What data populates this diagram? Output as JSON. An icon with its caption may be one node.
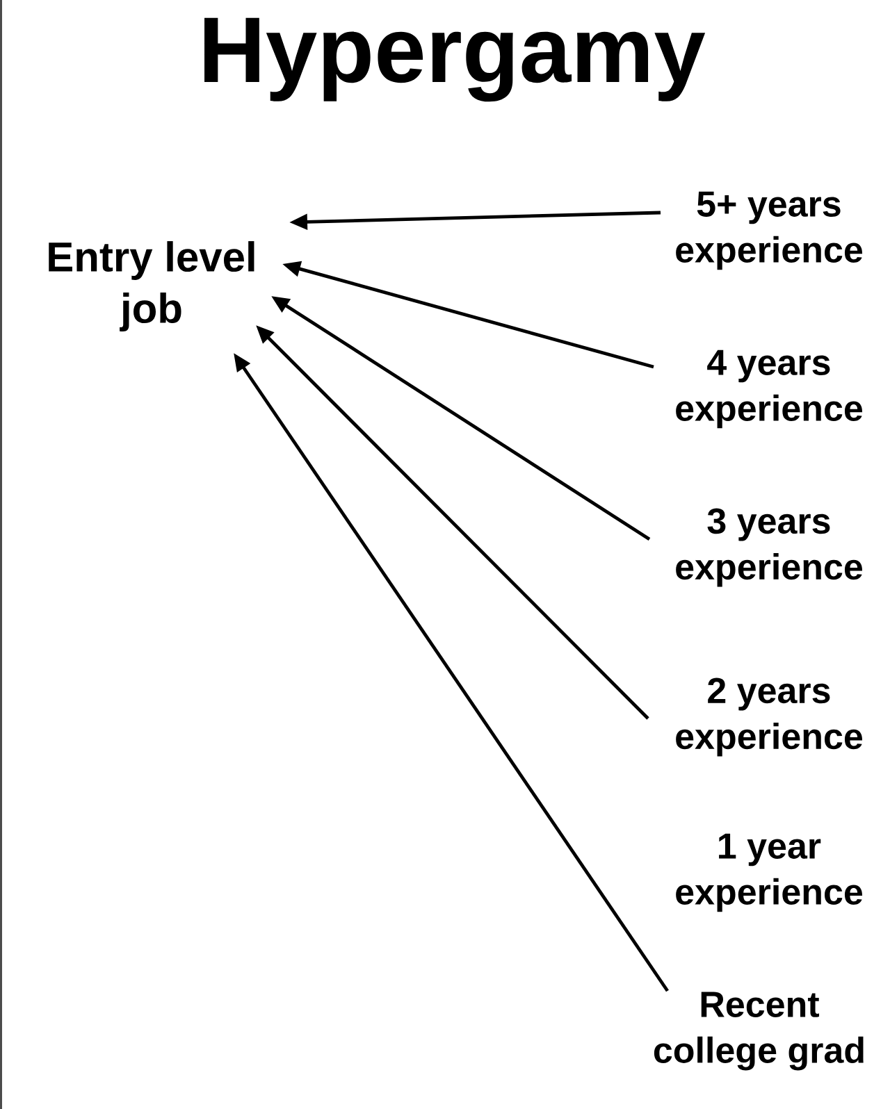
{
  "diagram": {
    "title": "Hypergamy",
    "nodes": [
      {
        "text": [
          "Entry level job"
        ]
      },
      {
        "text": [
          "5+ years experience"
        ]
      },
      {
        "text": [
          "4 years experience"
        ]
      },
      {
        "text": [
          "3 years experience"
        ]
      },
      {
        "text": [
          "2 years experience"
        ]
      },
      {
        "text": [
          "1 year experience"
        ]
      },
      {
        "text": [
          "Recent college grad"
        ]
      }
    ],
    "edges": [
      {
        "from": 1,
        "to": 0,
        "arrow": "to"
      },
      {
        "from": 2,
        "to": 0,
        "arrow": "to"
      },
      {
        "from": 3,
        "to": 0,
        "arrow": "to"
      },
      {
        "from": 4,
        "to": 0,
        "arrow": "to"
      },
      {
        "from": 6,
        "to": 0,
        "arrow": "to"
      }
    ]
  }
}
